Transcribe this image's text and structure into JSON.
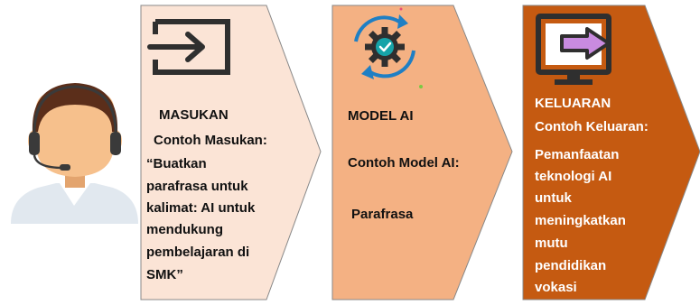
{
  "colors": {
    "input_fill": "#FBE4D6",
    "model_fill": "#F4B183",
    "output_fill": "#C55A11",
    "outline": "#888888",
    "icon_dark": "#2f2f2f",
    "arrow_accent": "#C98BE0",
    "gear_teal": "#16a3a8",
    "skin": "#F6C08C",
    "hair": "#5B2E1A",
    "shirt": "#E1E8EF"
  },
  "input": {
    "icon": "input-arrow-icon",
    "title": "MASUKAN",
    "subtitle": "Contoh  Masukan:",
    "lines": [
      "“Buatkan",
      "parafrasa untuk",
      "kalimat: AI untuk",
      "mendukung",
      "pembelajaran di",
      "SMK”"
    ]
  },
  "model": {
    "icon": "gear-cycle-icon",
    "title": "MODEL AI",
    "subtitle": "Contoh  Model AI:",
    "value": "Parafrasa"
  },
  "output": {
    "icon": "monitor-output-icon",
    "title": "KELUARAN",
    "subtitle": "Contoh  Keluaran:",
    "lines": [
      "Pemanfaatan",
      "teknologi AI",
      "untuk",
      "meningkatkan",
      "mutu",
      "pendidikan",
      "vokasi"
    ]
  },
  "user_icon": "headset-user-icon"
}
